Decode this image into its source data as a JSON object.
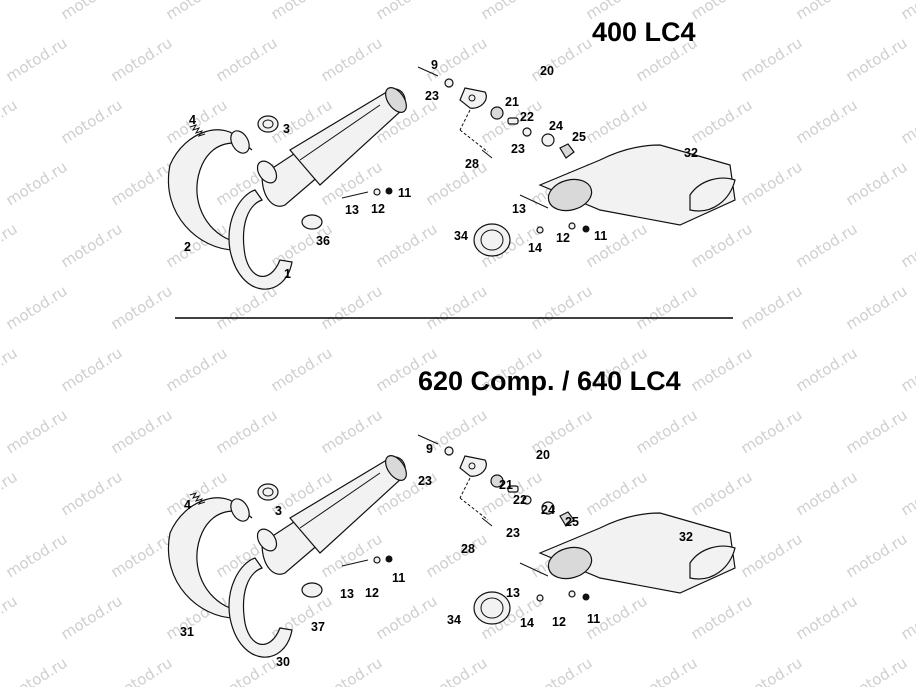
{
  "watermark": "motod.ru",
  "sections": [
    {
      "title": "400 LC4",
      "labels": [
        "1",
        "2",
        "3",
        "4",
        "9",
        "11",
        "11",
        "12",
        "12",
        "13",
        "13",
        "14",
        "20",
        "21",
        "22",
        "23",
        "23",
        "24",
        "25",
        "28",
        "32",
        "34",
        "36"
      ]
    },
    {
      "title": "620 Comp. / 640 LC4",
      "labels": [
        "30",
        "31",
        "3",
        "4",
        "9",
        "11",
        "11",
        "12",
        "12",
        "13",
        "13",
        "14",
        "20",
        "21",
        "22",
        "23",
        "23",
        "24",
        "25",
        "28",
        "32",
        "34",
        "37"
      ]
    }
  ]
}
